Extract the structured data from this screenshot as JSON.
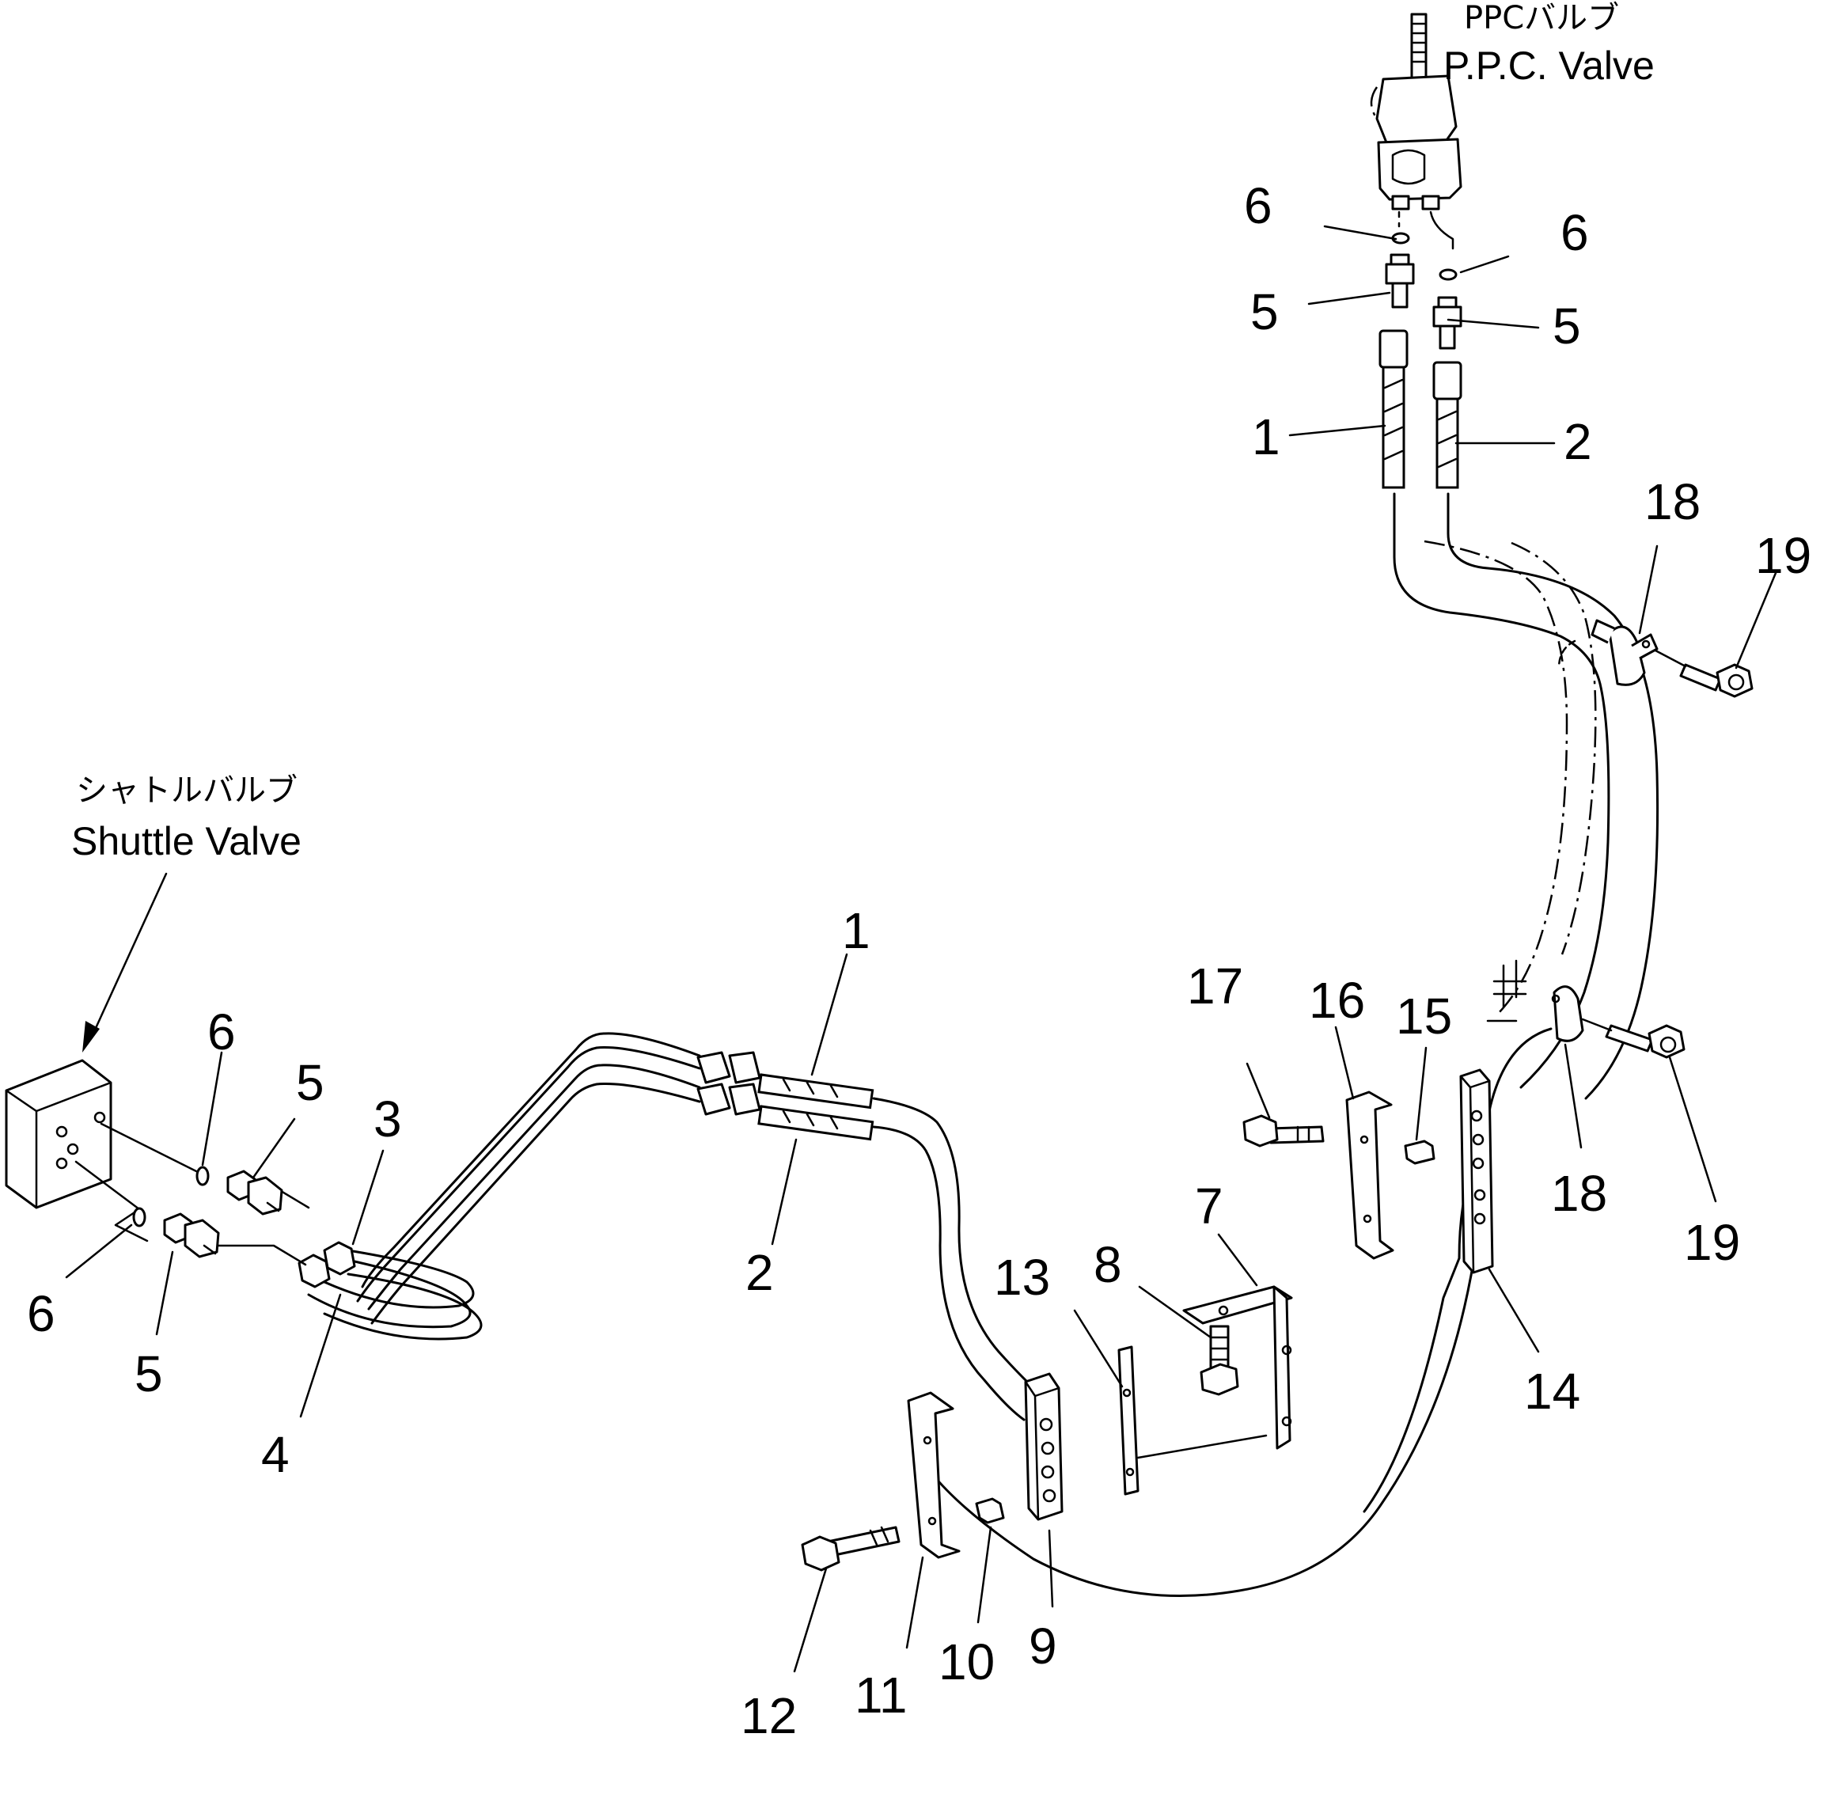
{
  "labels": {
    "ppc_valve_jp": "PPCバルブ",
    "ppc_valve_en": "P.P.C. Valve",
    "shuttle_valve_jp": "シャトルバルブ",
    "shuttle_valve_en": "Shuttle Valve"
  },
  "callouts": [
    {
      "id": "c6-top-left",
      "text": "6"
    },
    {
      "id": "c6-top-right",
      "text": "6"
    },
    {
      "id": "c5-top-left",
      "text": "5"
    },
    {
      "id": "c5-top-right",
      "text": "5"
    },
    {
      "id": "c1-top",
      "text": "1"
    },
    {
      "id": "c2-top",
      "text": "2"
    },
    {
      "id": "c18-top",
      "text": "18"
    },
    {
      "id": "c19-top",
      "text": "19"
    },
    {
      "id": "c1-mid",
      "text": "1"
    },
    {
      "id": "c2-mid",
      "text": "2"
    },
    {
      "id": "c6-left-upper",
      "text": "6"
    },
    {
      "id": "c5-left-upper",
      "text": "5"
    },
    {
      "id": "c3",
      "text": "3"
    },
    {
      "id": "c6-left-lower",
      "text": "6"
    },
    {
      "id": "c5-left-lower",
      "text": "5"
    },
    {
      "id": "c4",
      "text": "4"
    },
    {
      "id": "c17",
      "text": "17"
    },
    {
      "id": "c16",
      "text": "16"
    },
    {
      "id": "c15",
      "text": "15"
    },
    {
      "id": "c18-bottom",
      "text": "18"
    },
    {
      "id": "c19-bottom",
      "text": "19"
    },
    {
      "id": "c14",
      "text": "14"
    },
    {
      "id": "c7",
      "text": "7"
    },
    {
      "id": "c8",
      "text": "8"
    },
    {
      "id": "c13",
      "text": "13"
    },
    {
      "id": "c9",
      "text": "9"
    },
    {
      "id": "c10",
      "text": "10"
    },
    {
      "id": "c11",
      "text": "11"
    },
    {
      "id": "c12",
      "text": "12"
    }
  ]
}
